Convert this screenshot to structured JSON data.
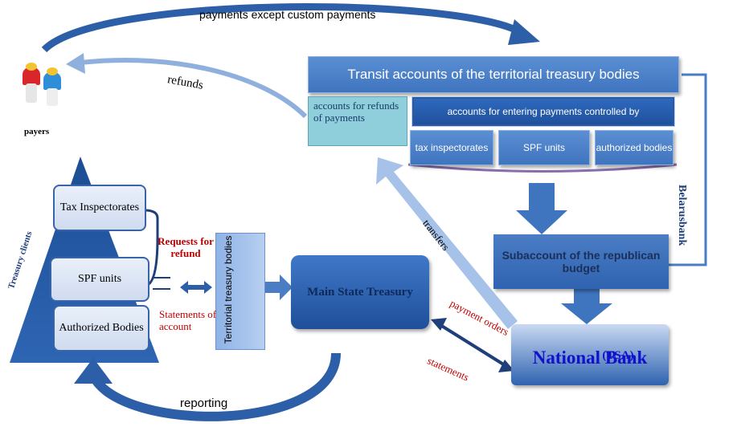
{
  "arrows": {
    "payments_except_custom": "payments except custom payments",
    "refunds": "refunds",
    "transfers": "transfers",
    "payment_orders": "payment orders",
    "statements": "statements",
    "reporting": "reporting"
  },
  "payers": {
    "label": "payers"
  },
  "transit": {
    "title": "Transit accounts of the territorial treasury bodies",
    "refund_accounts": "accounts for refunds of payments",
    "entering_accounts": "accounts for entering payments controlled by",
    "sub_accounts": [
      "tax inspectorates",
      "SPF units",
      "authorized bodies"
    ]
  },
  "belarusbank": "Belarusbank",
  "subaccount": "Subaccount of the republican budget",
  "national_bank": {
    "name": "National Bank",
    "suffix": "(TSA)"
  },
  "main_treasury": "Main State Treasury",
  "territorial": "Territorial treasury bodies",
  "clients": {
    "label": "Treasury clients",
    "items": [
      "Tax Inspectorates",
      "SPF units",
      "Authorized Bodies"
    ]
  },
  "requests": "Requests for refund",
  "statements_of_account": "Statements of account",
  "colors": {
    "accent": "#4a7dc4",
    "dark": "#1f4f9a",
    "red": "#c00000",
    "teal": "#8ecfdb"
  }
}
